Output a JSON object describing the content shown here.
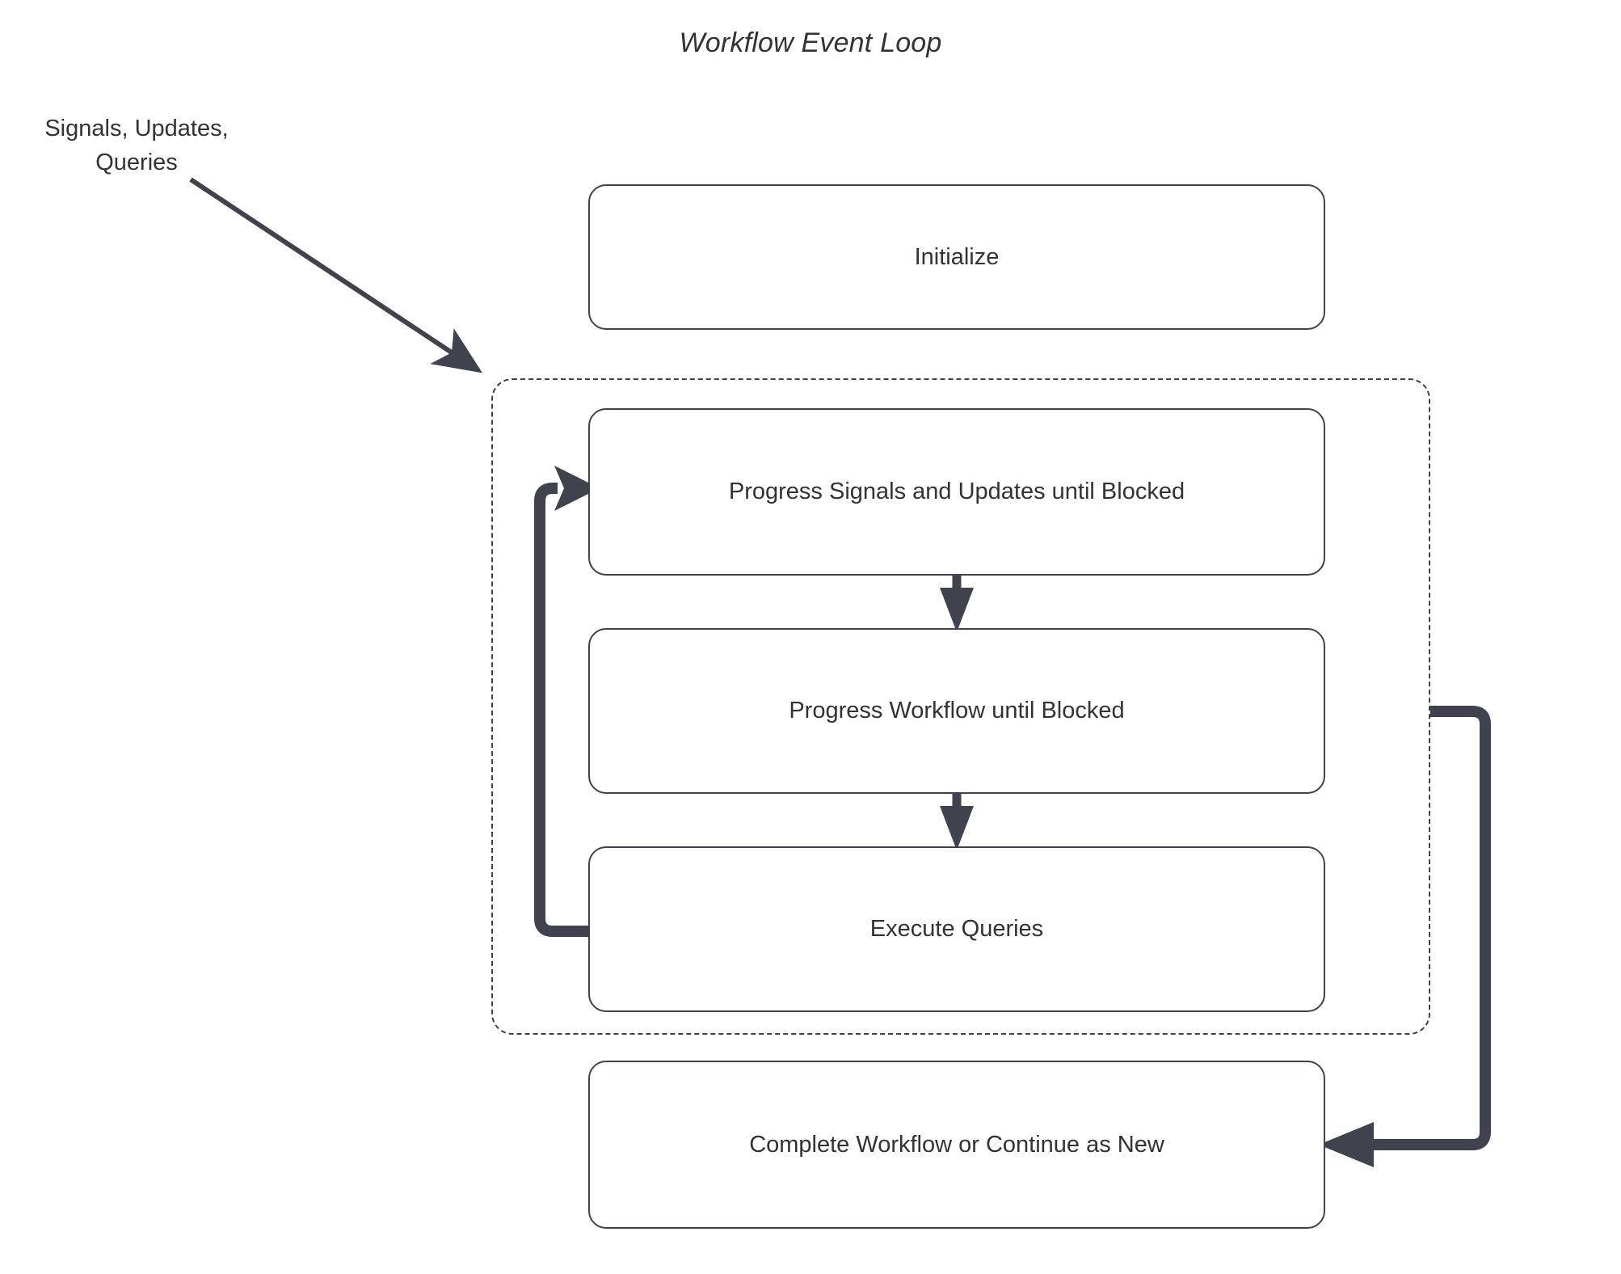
{
  "title": "Workflow Event Loop",
  "external_label": {
    "line1": "Signals, Updates,",
    "line2": "Queries"
  },
  "colors": {
    "stroke": "#3f434d",
    "text": "#333333",
    "background": "#ffffff",
    "edge": "#3f434d"
  },
  "nodes": [
    {
      "id": "initialize",
      "label": "Initialize"
    },
    {
      "id": "progress-signals",
      "label": "Progress Signals and Updates until Blocked"
    },
    {
      "id": "progress-workflow",
      "label": "Progress Workflow until Blocked"
    },
    {
      "id": "execute-queries",
      "label": "Execute Queries"
    },
    {
      "id": "complete-workflow",
      "label": "Complete Workflow or Continue as New"
    }
  ],
  "edges": [
    {
      "id": "signals-to-loop",
      "from": "external-label",
      "to": "loop-container",
      "style": "solid-thin-arrow"
    },
    {
      "id": "signals-to-workflow",
      "from": "progress-signals",
      "to": "progress-workflow",
      "style": "solid-arrow"
    },
    {
      "id": "workflow-to-queries",
      "from": "progress-workflow",
      "to": "execute-queries",
      "style": "solid-arrow"
    },
    {
      "id": "queries-back-to-signals",
      "from": "execute-queries",
      "to": "progress-signals",
      "style": "thick-loop-arrow"
    },
    {
      "id": "loop-to-complete",
      "from": "loop-container",
      "to": "complete-workflow",
      "style": "thick-loop-arrow"
    }
  ],
  "loop_container": {
    "id": "event-loop-region",
    "style": "dashed"
  }
}
